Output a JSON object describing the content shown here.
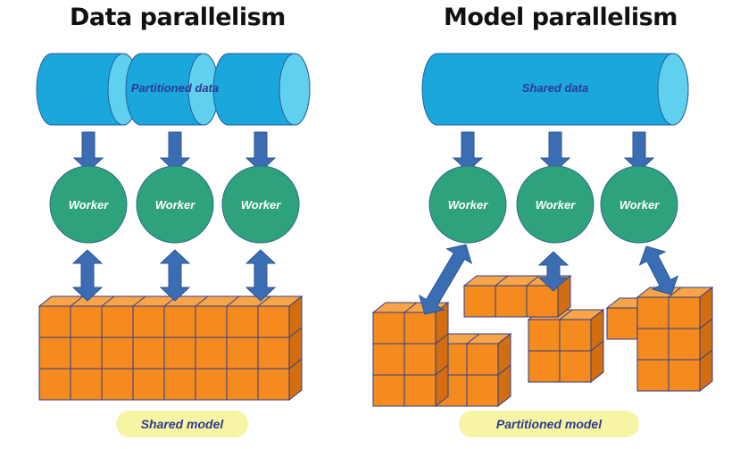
{
  "left_panel": {
    "title": "Data parallelism",
    "data_label": "Partitioned data",
    "workers": [
      "Worker",
      "Worker",
      "Worker"
    ],
    "model_label": "Shared model"
  },
  "right_panel": {
    "title": "Model parallelism",
    "data_label": "Shared data",
    "workers": [
      "Worker",
      "Worker",
      "Worker"
    ],
    "model_label": "Partitioned model"
  },
  "colors": {
    "cylinder_body": "#1aa7dc",
    "cylinder_cap": "#5fd0ee",
    "cylinder_stroke": "#2a5d9f",
    "worker": "#2ea27c",
    "arrow": "#3b6db3",
    "cube_front": "#f58a1f",
    "cube_top": "#f8a448",
    "cube_side": "#d26e10",
    "cube_stroke": "#2c3e8c",
    "pill": "#f7f5a4",
    "label_text": "#2f3a8f"
  }
}
